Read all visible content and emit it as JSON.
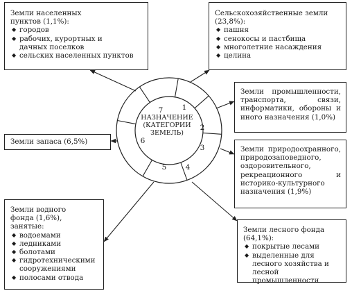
{
  "center": {
    "line1": "НАЗНАЧЕНИЕ",
    "line2": "(КАТЕГОРИИ",
    "line3": "ЗЕМЕЛЬ)"
  },
  "segments": [
    "1",
    "2",
    "3",
    "4",
    "5",
    "6",
    "7"
  ],
  "boxes": {
    "settlements": {
      "title": "Земли населенных пунктов (1,1%):",
      "items": [
        "городов",
        "рабочих, курортных и дачных поселков",
        "сельских населенных пунктов"
      ]
    },
    "agricultural": {
      "title": "Сельскохозяйственные земли (23,8%):",
      "items": [
        "пашня",
        "сенокосы и пастбища",
        "многолетние насаждения",
        "целина"
      ]
    },
    "industry": {
      "title": "Земли промышленности, транспорта, связи, информатики, обороны и иного назначения (1,0%)"
    },
    "protected": {
      "title": "Земли природоохранного, природозаповедного, оздоровительного, рекреационного и историко-культурного назначения (1,9%)"
    },
    "reserve": {
      "title": "Земли запаса (6,5%)"
    },
    "water": {
      "title": "Земли водного фонда (1,6%), занятые:",
      "items": [
        "водоемами",
        "ледниками",
        "болотами",
        "гидротехническими сооружениями",
        "полосами отвода"
      ]
    },
    "forest": {
      "title": "Земли лесного фонда (64,1%):",
      "items": [
        "покрытые лесами",
        "выделенные для лесного хозяйства и лесной промышленности"
      ]
    }
  }
}
